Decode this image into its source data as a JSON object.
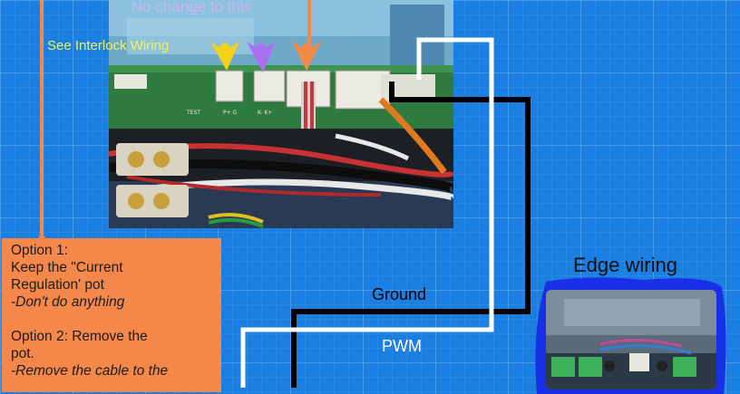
{
  "labels": {
    "no_change": "No change to this",
    "interlock": "See Interlock Wiring",
    "ground": "Ground",
    "pwm": "PWM",
    "edge_wiring": "Edge wiring"
  },
  "options": {
    "option1_title": "Option 1:",
    "option1_line1": "Keep the \"Current",
    "option1_line2": "Regulation' pot",
    "option1_note": "-Don't do anything",
    "option2_line1": "Option 2: Remove the",
    "option2_line2": "pot.",
    "option2_note": "-Remove the cable to the"
  },
  "pcb_silkscreen": [
    "TEST",
    "P+ G",
    "K- K+"
  ],
  "colors": {
    "background": "#1a7fe0",
    "yellow_arrow": "#f2d21a",
    "purple_arrow": "#a970f0",
    "orange_arrow": "#f48a4a",
    "orange_line": "#f4884a",
    "ground_wire": "#000000",
    "pwm_wire": "#ffffff",
    "options_box": "#f4884a",
    "edge_blob": "#1a2fe8"
  }
}
